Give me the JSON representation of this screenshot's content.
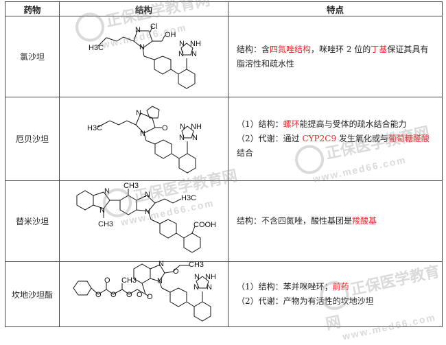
{
  "header": {
    "col1": "药物",
    "col2": "结构",
    "col3": "特点"
  },
  "rows": [
    {
      "drug": "氯沙坦",
      "features": [
        {
          "parts": [
            {
              "t": "结构：含",
              "red": false
            },
            {
              "t": "四氮唑结构",
              "red": true
            },
            {
              "t": "，咪唑环 2 位的",
              "red": false
            },
            {
              "t": "丁基",
              "red": true
            },
            {
              "t": "保证其具有脂溶性和疏水性",
              "red": false
            }
          ]
        }
      ],
      "labels": {
        "n1": "N",
        "n2": "N",
        "cl": "Cl",
        "oh": "OH",
        "h3c": "H3C",
        "tz1": "N",
        "tz2": "NH",
        "tz3": "N",
        "tz4": "N"
      }
    },
    {
      "drug": "厄贝沙坦",
      "features": [
        {
          "parts": [
            {
              "t": "（1）结构：",
              "red": false
            },
            {
              "t": "螺环",
              "red": true
            },
            {
              "t": "能提高与受体的疏水结合能力",
              "red": false
            }
          ]
        },
        {
          "parts": [
            {
              "t": "（2）代谢：通过 ",
              "red": false
            },
            {
              "t": "CYP2C9",
              "red": true
            },
            {
              "t": " 发生氧化或与",
              "red": false
            },
            {
              "t": "葡萄糖醛酸",
              "red": true
            },
            {
              "t": "结合",
              "red": false
            }
          ]
        }
      ],
      "labels": {
        "n1": "N",
        "n2": "N",
        "o": "O",
        "h3c": "H3C",
        "tz1": "N",
        "tz2": "NH",
        "tz3": "N",
        "tz4": "N"
      }
    },
    {
      "drug": "替米沙坦",
      "features": [
        {
          "parts": [
            {
              "t": "结构：不含四氮唑，酸性基团是",
              "red": false
            },
            {
              "t": "羧酸基",
              "red": true
            }
          ]
        }
      ],
      "labels": {
        "n1": "N",
        "n2": "N",
        "n3": "N",
        "n4": "N",
        "ch3a": "CH3",
        "ch3b": "CH3",
        "h3c": "H3C",
        "cooh": "COOH"
      }
    },
    {
      "drug": "坎地沙坦酯",
      "features": [
        {
          "parts": [
            {
              "t": "（1）结构：苯并咪唑环；",
              "red": false
            },
            {
              "t": "前药",
              "red": true
            }
          ]
        },
        {
          "parts": [
            {
              "t": "（2）代谢：产物为有活性的坎地沙坦",
              "red": false
            }
          ]
        }
      ],
      "labels": {
        "n1": "N",
        "n2": "N",
        "o1": "O",
        "o2": "O",
        "o3": "O",
        "o4": "O",
        "o5": "O",
        "o6": "O",
        "o7": "O",
        "ch3a": "CH3",
        "ch3b": "CH3",
        "tz1": "N",
        "tz2": "NH",
        "tz3": "N",
        "tz4": "N"
      }
    }
  ],
  "watermark": {
    "brand": "正保医学教育网",
    "url": "www.med66.com"
  }
}
